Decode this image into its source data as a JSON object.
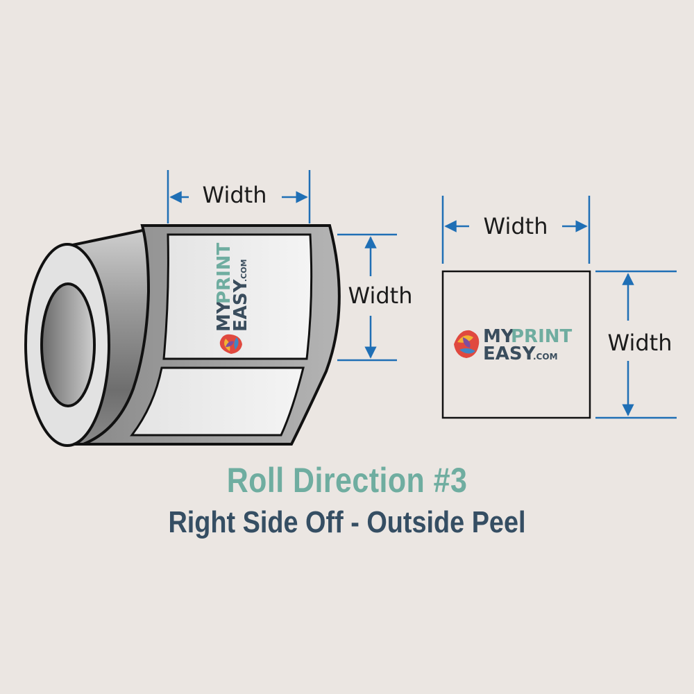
{
  "roll_illustration": {
    "width_top_label": "Width",
    "width_side_label": "Width",
    "brand": {
      "my": "MY",
      "print": "PRINT",
      "easy": "EASY",
      "com": ".COM"
    }
  },
  "square_label": {
    "width_top_label": "Width",
    "width_side_label": "Width",
    "brand": {
      "my": "MY",
      "print": "PRINT",
      "easy": "EASY",
      "com": ".COM"
    }
  },
  "title": {
    "main": "Roll Direction #3",
    "sub": "Right Side Off - Outside Peel"
  },
  "colors": {
    "background": "#ebe6e2",
    "title_main": "#6fada0",
    "title_sub": "#354e63",
    "dimension_line": "#1f6fb5",
    "brand_dark": "#3a4d5d",
    "brand_teal": "#6fada0"
  }
}
